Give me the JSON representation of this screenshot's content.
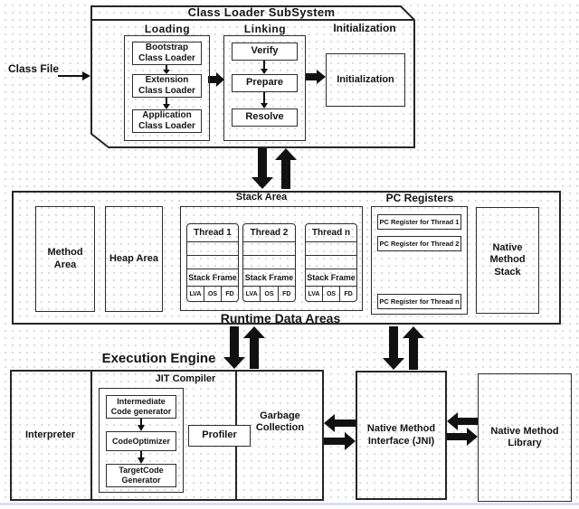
{
  "palette": {
    "ink": "#141414",
    "line_color": "#2e2e2e",
    "arrow_color": "#111111",
    "dot_grid_color": "#d7d7db",
    "footer_strip_color": "#dbdff2"
  },
  "class_file": {
    "label": "Class File"
  },
  "class_loader": {
    "title": "Class Loader SubSystem",
    "loading": {
      "label": "Loading",
      "items": [
        "Bootstrap Class Loader",
        "Extension Class Loader",
        "Application Class Loader"
      ]
    },
    "linking": {
      "label": "Linking",
      "items": [
        "Verify",
        "Prepare",
        "Resolve"
      ]
    },
    "initialization": {
      "label": "Initialization",
      "box_label": "Initialization"
    }
  },
  "runtime_data_areas": {
    "title": "Runtime Data Areas",
    "method_area": {
      "label": "Method Area"
    },
    "heap_area": {
      "label": "Heap Area"
    },
    "stack_area": {
      "label": "Stack Area",
      "threads": [
        {
          "title": "Thread 1",
          "frame_label": "Stack Frame",
          "frame_cells": [
            "LVA",
            "OS",
            "FD"
          ]
        },
        {
          "title": "Thread 2",
          "frame_label": "Stack Frame",
          "frame_cells": [
            "LVA",
            "OS",
            "FD"
          ]
        },
        {
          "title": "Thread n",
          "frame_label": "Stack Frame",
          "frame_cells": [
            "LVA",
            "OS",
            "FD"
          ]
        }
      ]
    },
    "pc_registers": {
      "label": "PC Registers",
      "rows": [
        "PC Register for Thread 1",
        "PC Register for Thread 2",
        "PC Register for Thread n"
      ]
    },
    "native_method_stack": {
      "label": "Native Method Stack"
    }
  },
  "execution_engine": {
    "title": "Execution Engine",
    "interpreter": {
      "label": "Interpreter"
    },
    "jit_compiler": {
      "label": "JIT Compiler",
      "items": [
        "Intermediate Code generator",
        "CodeOptimizer",
        "TargetCode Generator"
      ]
    },
    "profiler": {
      "label": "Profiler"
    },
    "garbage_collection": {
      "label": "Garbage Collection"
    }
  },
  "native": {
    "jni": {
      "label": "Native Method Interface (JNI)"
    },
    "library": {
      "label": "Native Method Library"
    }
  }
}
